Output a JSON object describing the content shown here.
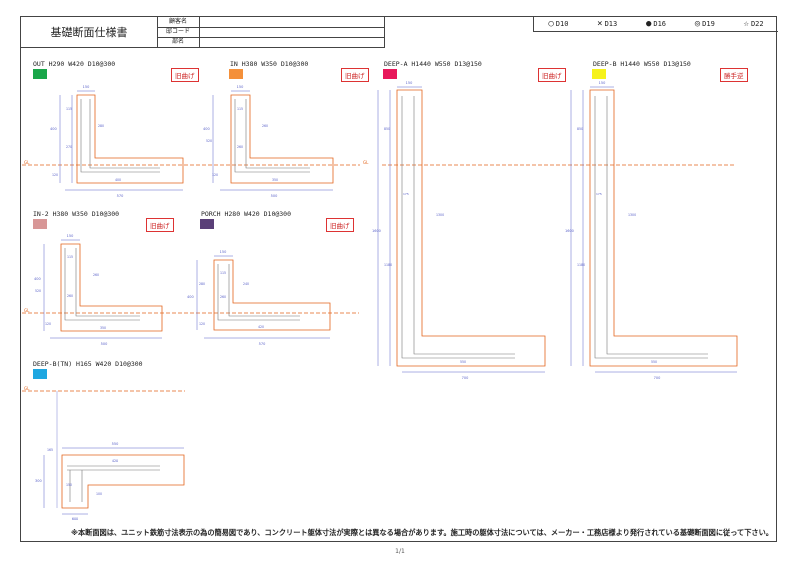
{
  "document": {
    "title": "基礎断面仕様書",
    "header_fields": [
      "顧客名",
      "邸コード",
      "部名"
    ],
    "legend": [
      {
        "symbol": "○",
        "label": "D10"
      },
      {
        "symbol": "×",
        "label": "D13"
      },
      {
        "symbol": "●",
        "label": "D16"
      },
      {
        "symbol": "◎",
        "label": "D19"
      },
      {
        "symbol": "☆",
        "label": "D22"
      }
    ],
    "footer_note": "※本断面図は、ユニット鉄筋寸法表示の為の簡易図であり、コンクリート躯体寸法が実際とは異なる場合があります。施工時の躯体寸法については、メーカー・工務店様より発行されている基礎断面図に従って下さい。",
    "page_number": "1/1"
  },
  "ground_label": "GL",
  "sections": [
    {
      "id": "out",
      "title": "OUT H290 W420 D10@300",
      "color": "#1aa64a",
      "tag": "旧曲げ",
      "dims": {
        "top_width": "150",
        "wall_height": "400",
        "total_height": "530",
        "footing": "120",
        "inner_h": "270",
        "right_h": "280",
        "bottom": "400",
        "overall": "570",
        "spacing": "115",
        "top_gap": "15"
      }
    },
    {
      "id": "in",
      "title": "IN H380 W350 D10@300",
      "color": "#f4903a",
      "tag": "旧曲げ",
      "dims": {
        "top_width": "150",
        "wall_height": "400",
        "total_height": "520",
        "footing": "120",
        "inner_h": "260",
        "right_h": "260",
        "bottom": "350",
        "overall": "500",
        "spacing": "115",
        "top_gap": "15"
      }
    },
    {
      "id": "deep-a",
      "title": "DEEP-A H1440 W550 D13@150",
      "color": "#e8185b",
      "tag": "旧曲げ",
      "dims": {
        "top_width": "150",
        "wall_height": "850",
        "total_height": "1600",
        "lower_h": "1180",
        "side_h": "1300",
        "bottom": "550",
        "overall": "700",
        "spacing": "175"
      }
    },
    {
      "id": "deep-b",
      "title": "DEEP-B H1440 W550 D13@150",
      "color": "#f6f21b",
      "tag": "勝手逆",
      "dims": {
        "top_width": "150",
        "wall_height": "850",
        "total_height": "1600",
        "lower_h": "1180",
        "side_h": "1300",
        "bottom": "550",
        "overall": "700",
        "spacing": "175"
      }
    },
    {
      "id": "in-2",
      "title": "IN-2 H380 W350 D10@300",
      "color": "#d89797",
      "tag": "旧曲げ",
      "dims": {
        "top_width": "150",
        "wall_height": "400",
        "total_height": "520",
        "footing": "120",
        "inner_h": "260",
        "right_h": "260",
        "bottom": "350",
        "overall": "500",
        "spacing": "115",
        "top_gap": "15"
      }
    },
    {
      "id": "porch",
      "title": "PORCH H280 W420 D10@300",
      "color": "#5a3f78",
      "tag": "旧曲げ",
      "dims": {
        "top_width": "150",
        "wall_height": "280",
        "total_height": "400",
        "footing": "120",
        "inner_h": "260",
        "right_h": "240",
        "bottom": "420",
        "overall": "570",
        "spacing": "115",
        "top_gap": "15"
      }
    },
    {
      "id": "deep-b-tn",
      "title": "DEEP-B(TN) H165 W420 D10@300",
      "color": "#1ea7e1",
      "dims": {
        "top_width": "550",
        "inner_w": "420",
        "total_height": "300",
        "upper_h": "165",
        "left_h": "150",
        "small": "100",
        "bottom": "600"
      }
    }
  ]
}
